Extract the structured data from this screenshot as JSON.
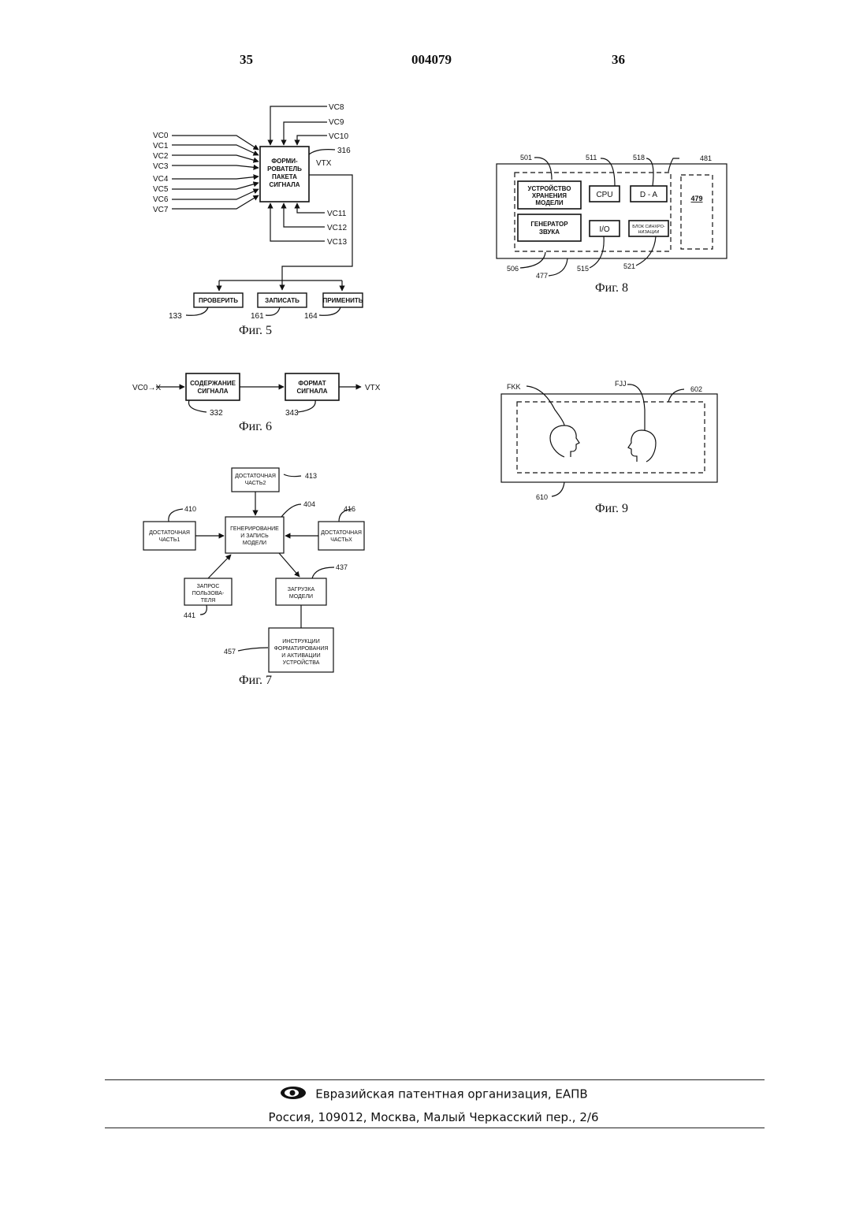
{
  "header": {
    "page_left": "35",
    "doc_number": "004079",
    "page_right": "36"
  },
  "fig5": {
    "inputs_left": [
      "VC0",
      "VC1",
      "VC2",
      "VC3",
      "VC4",
      "VC5",
      "VC6",
      "VC7"
    ],
    "inputs_top": [
      "VC8",
      "VC9",
      "VC10"
    ],
    "inputs_bottom": [
      "VC11",
      "VC12",
      "VC13"
    ],
    "block_lines": [
      "ФОРМИ-",
      "РОВАТЕЛЬ",
      "ПАКЕТА",
      "СИГНАЛА"
    ],
    "block_ref": "316",
    "output": "VTX",
    "buttons": [
      "ПРОВЕРИТЬ",
      "ЗАПИСАТЬ",
      "ПРИМЕНИТЬ"
    ],
    "button_refs": [
      "133",
      "161",
      "164"
    ],
    "caption": "Фиг. 5"
  },
  "fig6": {
    "input": "VC0→X",
    "block1": [
      "СОДЕРЖАНИЕ",
      "СИГНАЛА"
    ],
    "block2": [
      "ФОРМАТ",
      "СИГНАЛА"
    ],
    "refs": [
      "332",
      "343"
    ],
    "output": "VTX",
    "caption": "Фиг. 6"
  },
  "fig7": {
    "center": [
      "ГЕНЕРИРОВАНИЕ",
      "И ЗАПИСЬ",
      "МОДЕЛИ"
    ],
    "center_ref": "404",
    "top": [
      "ДОСТАТОЧНАЯ",
      "ЧАСТЬ2"
    ],
    "top_ref": "413",
    "left": [
      "ДОСТАТОЧНАЯ",
      "ЧАСТЬ1"
    ],
    "left_ref": "410",
    "right": [
      "ДОСТАТОЧНАЯ",
      "ЧАСТЬX"
    ],
    "right_ref": "416",
    "user": [
      "ЗАПРОС",
      "ПОЛЬЗОВА-",
      "ТЕЛЯ"
    ],
    "user_ref": "441",
    "load": [
      "ЗАГРУЗКА",
      "МОДЕЛИ"
    ],
    "load_ref": "437",
    "instr": [
      "ИНСТРУКЦИИ",
      "ФОРМАТИРОВАНИЯ",
      "И АКТИВАЦИИ",
      "УСТРОЙСТВА"
    ],
    "instr_ref": "457",
    "caption": "Фиг. 7"
  },
  "fig8": {
    "storage": [
      "УСТРОЙСТВО",
      "ХРАНЕНИЯ",
      "МОДЕЛИ"
    ],
    "cpu": "CPU",
    "da": "D - A",
    "gen": [
      "ГЕНЕРАТОР",
      "ЗВУКА"
    ],
    "io": "I/O",
    "sync": [
      "БЛОК СИНХРО-",
      "НИЗАЦИИ"
    ],
    "block479": "479",
    "refs": {
      "r501": "501",
      "r511": "511",
      "r518": "518",
      "r481": "481",
      "r506": "506",
      "r477": "477",
      "r515": "515",
      "r521": "521"
    },
    "caption": "Фиг. 8"
  },
  "fig9": {
    "fkk": "FKK",
    "fjj": "FJJ",
    "ref602": "602",
    "ref610": "610",
    "caption": "Фиг. 9"
  },
  "footer": {
    "org": "Евразийская патентная организация, ЕАПВ",
    "address": "Россия, 109012, Москва, Малый Черкасский пер., 2/6"
  }
}
